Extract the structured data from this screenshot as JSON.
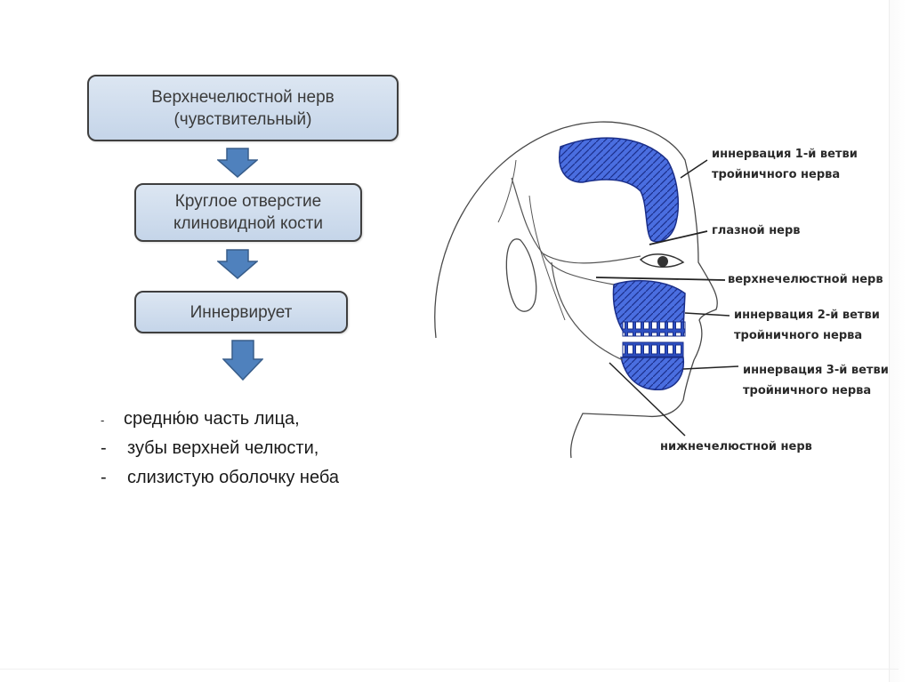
{
  "flowchart": {
    "box1": {
      "line1": "Верхнечелюстной нерв",
      "line2": "(чувствительный)"
    },
    "box2": {
      "line1": "Круглое отверстие",
      "line2": "клиновидной кости"
    },
    "box3": {
      "line1": "Иннервирует"
    }
  },
  "innervated_areas": [
    {
      "dash": "-",
      "text": "средню́ю часть лица,"
    },
    {
      "dash": "-",
      "text": "зубы верхней челюсти,"
    },
    {
      "dash": "-",
      "text": "слизистую оболочку неба"
    }
  ],
  "figure_labels": {
    "branch1_line1": "иннервация 1-й ветви",
    "branch1_line2": "тройничного нерва",
    "ophthalmic_nerve": "глазной нерв",
    "maxillary_nerve": "верхнечелюстной нерв",
    "branch2_line1": "иннервация 2-й ветви",
    "branch2_line2": "тройничного нерва",
    "branch3_line1": "иннервация 3-й ветви",
    "branch3_line2": "тройничного нерва",
    "mandibular_nerve": "нижнечелюстной нерв"
  },
  "colors": {
    "box_fill": "#c5d5e9",
    "arrow_fill": "#4f81bd",
    "innervation_blue": "#4a6ee0"
  }
}
